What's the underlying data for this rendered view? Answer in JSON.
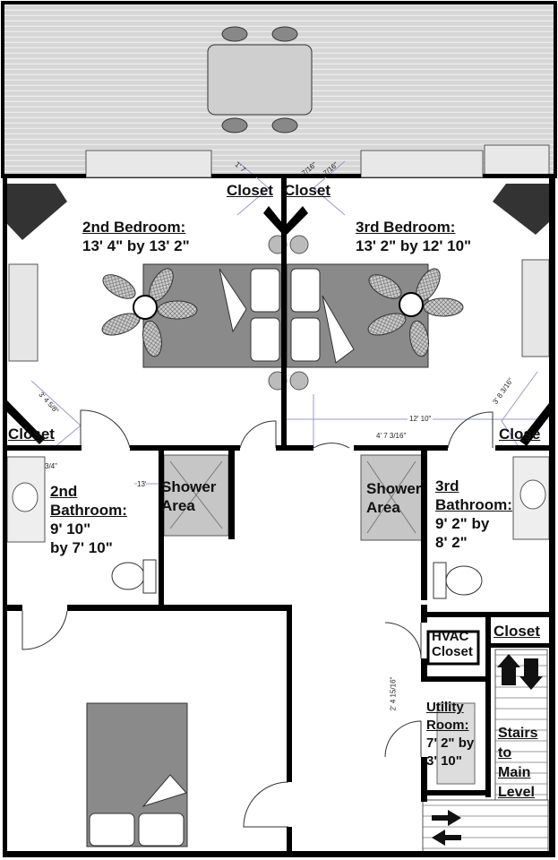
{
  "rooms": {
    "bedroom2": {
      "name": "2nd Bedroom:",
      "size": "13' 4\" by 13' 2\""
    },
    "bedroom3": {
      "name": "3rd Bedroom:",
      "size": "13' 2\" by 12' 10\""
    },
    "bath2": {
      "line1": "2nd",
      "line2": "Bathroom:",
      "line3": "9' 10\"",
      "line4": "by 7' 10\""
    },
    "bath3": {
      "line1": "3rd",
      "line2": "Bathroom:",
      "line3": "9' 2\" by",
      "line4": "8' 2\""
    },
    "shower_left": {
      "line1": "Shower",
      "line2": "Area"
    },
    "shower_right": {
      "line1": "Shower",
      "line2": "Area"
    },
    "closet_top_left": "Closet",
    "closet_top_right": "Closet",
    "closet_left": "Closet",
    "closet_right": "Close",
    "closet_stairs": "Closet",
    "hvac": {
      "line1": "HVAC",
      "line2": "Closet"
    },
    "utility": {
      "line1": "Utility",
      "line2": "Room:",
      "line3": "7' 2\" by",
      "line4": "3' 10\""
    },
    "stairs": {
      "line1": "Stairs",
      "line2": "to",
      "line3": "Main",
      "line4": "Level"
    }
  },
  "dimensions": {
    "closet_left": "3' 4 5/8\"",
    "closet_right": "3' 8 3/16\"",
    "bath_width_left": "13'",
    "bath_left_partial": "3/4\"",
    "bedroom3_width": "12' 10\"",
    "hall_span": "4' 7 3/16\"",
    "hall_door": "2' 4 15/16\"",
    "closet_top_a": "1' 7",
    "closet_top_b": "7/16\"",
    "closet_top_c": "7/16\""
  },
  "colors": {
    "wall": "#000000",
    "deck": "#d4d4d4",
    "furniture": "#8a8a8a",
    "dimension": "#9a9ad0"
  }
}
